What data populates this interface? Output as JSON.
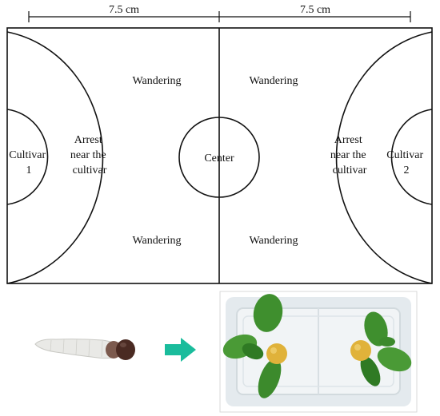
{
  "dimensions": {
    "left_width": "7.5 cm",
    "right_width": "7.5 cm"
  },
  "zones": {
    "cultivar_1": [
      "Cultivar",
      "1"
    ],
    "cultivar_2": [
      "Cultivar",
      "2"
    ],
    "arrest_left": [
      "Arrest",
      "near the",
      "cultivar"
    ],
    "arrest_right": [
      "Arrest",
      "near the",
      "cultivar"
    ],
    "center": "Center",
    "wandering_top_left": "Wandering",
    "wandering_top_right": "Wandering",
    "wandering_bottom_left": "Wandering",
    "wandering_bottom_right": "Wandering"
  },
  "colors": {
    "arrow": "#1abc9c",
    "larva_body": "#e9e9e6",
    "larva_head": "#4a2a22",
    "fruit": "#e0b23a",
    "leaf": "#3f8f2e",
    "tray": "#e4eaee"
  },
  "icons": {
    "sequence_arrow": "right-arrow-icon"
  }
}
